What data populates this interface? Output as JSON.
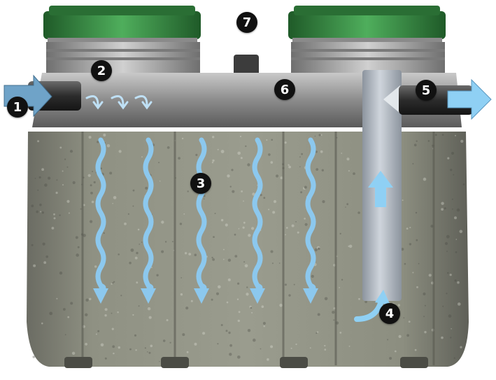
{
  "diagram": {
    "colors": {
      "tank_fill": "#8d8f80",
      "tank_dark": "#5d5e56",
      "riser_green": "#2f7d3b",
      "riser_green_light": "#4ea85a",
      "riser_gray": "#a9a9a9",
      "pipe_dark": "#3a3a3a",
      "flow_arrow": "#8cc8ee",
      "outlet_pipe": "#b6bcc4",
      "marker_bg": "#111111",
      "marker_text": "#ffffff"
    },
    "markers": [
      {
        "label": "1"
      },
      {
        "label": "2"
      },
      {
        "label": "3"
      },
      {
        "label": "4"
      },
      {
        "label": "5"
      },
      {
        "label": "6"
      },
      {
        "label": "7"
      }
    ]
  }
}
